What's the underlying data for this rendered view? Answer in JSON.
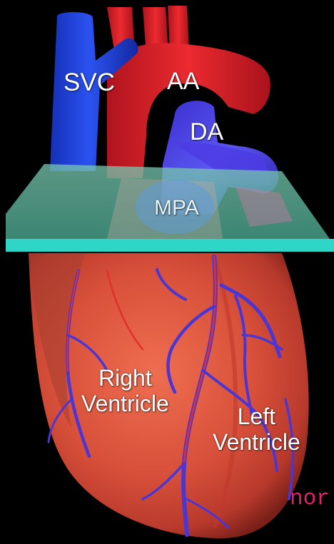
{
  "labels": {
    "svc": "SVC",
    "aa": "AA",
    "da": "DA",
    "mpa": "MPA",
    "right_ventricle": [
      "Right",
      "Ventricle"
    ],
    "left_ventricle": [
      "Left",
      "Ventricle"
    ]
  },
  "overflow_text": "nor",
  "colors": {
    "background": "#000000",
    "svc_vessel": "#1f3fe0",
    "aorta": "#e0202a",
    "pulmonary_artery": "#4a4ee8",
    "plane": "#5ab8a0",
    "plane_edge": "#2fd6c8",
    "heart": "#d8503a",
    "coronary_vessels": "#4a3ad8",
    "overflow_text": "#e0206a"
  }
}
